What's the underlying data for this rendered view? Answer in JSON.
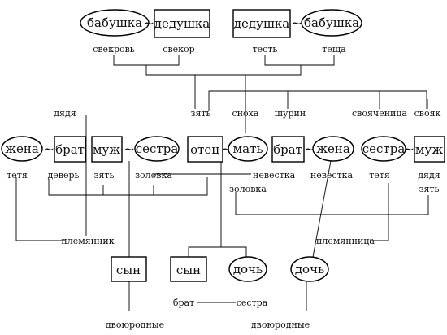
{
  "nodes": {
    "grandma_left": "бабушка",
    "grandpa_left": "дедушка",
    "grandpa_right": "дедушка",
    "grandma_right": "бабушка",
    "wife_left": "жена",
    "brother_left": "брат",
    "husband_mid": "муж",
    "sister_mid": "сестра",
    "father": "отец",
    "mother": "мать",
    "brother_right": "брат",
    "wife_right": "жена",
    "sister_right": "сестра",
    "husband_right": "муж",
    "son_left": "сын",
    "son_center": "сын",
    "daughter_center": "дочь",
    "daughter_right": "дочь"
  },
  "marriage_symbol": "~",
  "labels": {
    "svekrov": "свекровь",
    "svekor": "свекор",
    "test": "тесть",
    "teshcha": "теща",
    "dyadya_top": "дядя",
    "zyat_top": "зять",
    "snokha": "сноха",
    "shurin": "шурин",
    "svoyachnitsa": "свояченица",
    "svoyak": "свояк",
    "tetya_left": "тетя",
    "dever": "деверь",
    "zyat_mid": "зять",
    "zolovka_mid": "золовка",
    "nevestka_center": "невестка",
    "zolovka_center": "золовка",
    "nevestka_right": "невестка",
    "tetya_right": "тетя",
    "dyadya_right": "дядя",
    "zyat_right": "зять",
    "plemyannik": "племянник",
    "plemyannitsa": "племянница",
    "brat_bottom": "брат",
    "sestra_bottom": "сестра",
    "dvoyurodnye_left": "двоюродные",
    "dvoyurodnye_right": "двоюродные"
  }
}
